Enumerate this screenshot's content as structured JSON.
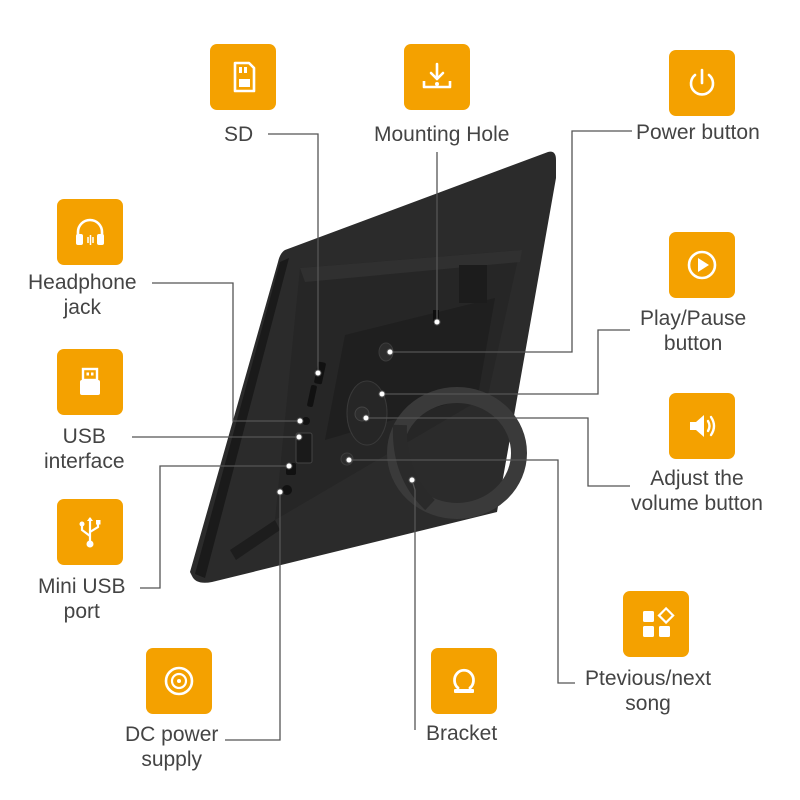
{
  "callouts": [
    {
      "id": "sd",
      "label": "SD",
      "icon": "sd-card-icon"
    },
    {
      "id": "mounting",
      "label": "Mounting Hole",
      "icon": "mounting-hole-icon"
    },
    {
      "id": "power",
      "label": "Power button",
      "icon": "power-icon"
    },
    {
      "id": "headphone",
      "label_lines": [
        "Headphone",
        "jack"
      ],
      "icon": "headphones-icon"
    },
    {
      "id": "play",
      "label_lines": [
        "Play/Pause",
        "button"
      ],
      "icon": "play-icon"
    },
    {
      "id": "usb",
      "label_lines": [
        "USB",
        "interface"
      ],
      "icon": "usb-plug-icon"
    },
    {
      "id": "volume",
      "label_lines": [
        "Adjust the",
        "volume button"
      ],
      "icon": "volume-icon"
    },
    {
      "id": "miniusb",
      "label_lines": [
        "Mini USB",
        "port"
      ],
      "icon": "usb-symbol-icon"
    },
    {
      "id": "prevnext",
      "label_lines": [
        "Ptevious/next",
        "song"
      ],
      "icon": "grid-icon"
    },
    {
      "id": "dc",
      "label_lines": [
        "DC power",
        "supply"
      ],
      "icon": "dc-power-icon"
    },
    {
      "id": "bracket",
      "label": "Bracket",
      "icon": "bracket-icon"
    }
  ],
  "colors": {
    "accent": "#f4a100",
    "line": "#555555",
    "device": "#232323"
  }
}
